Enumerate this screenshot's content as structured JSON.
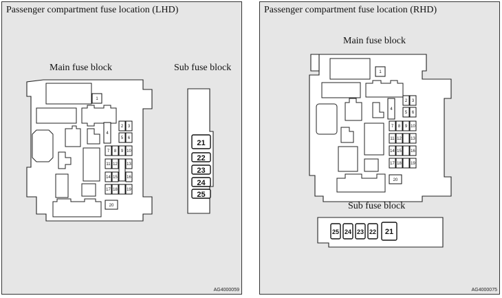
{
  "left_panel": {
    "title": "Passenger compartment fuse location (LHD)",
    "main_label": "Main fuse block",
    "sub_label": "Sub fuse block",
    "code": "AG4000059"
  },
  "right_panel": {
    "title": "Passenger compartment fuse location (RHD)",
    "main_label": "Main fuse block",
    "sub_label": "Sub fuse block",
    "code": "AG4000075"
  },
  "fuses": {
    "f1": "1",
    "f2": "2",
    "f3": "3",
    "f4": "4",
    "f5": "5",
    "f6": "6",
    "f7": "7",
    "f8": "8",
    "f9": "9",
    "f10": "10",
    "f11": "11",
    "f12": "12",
    "f13": "13",
    "f14": "14",
    "f15": "15",
    "f16": "16",
    "f17": "17",
    "f18": "18",
    "f19": "19",
    "f20": "20",
    "f21": "21",
    "f22": "22",
    "f23": "23",
    "f24": "24",
    "f25": "25"
  }
}
